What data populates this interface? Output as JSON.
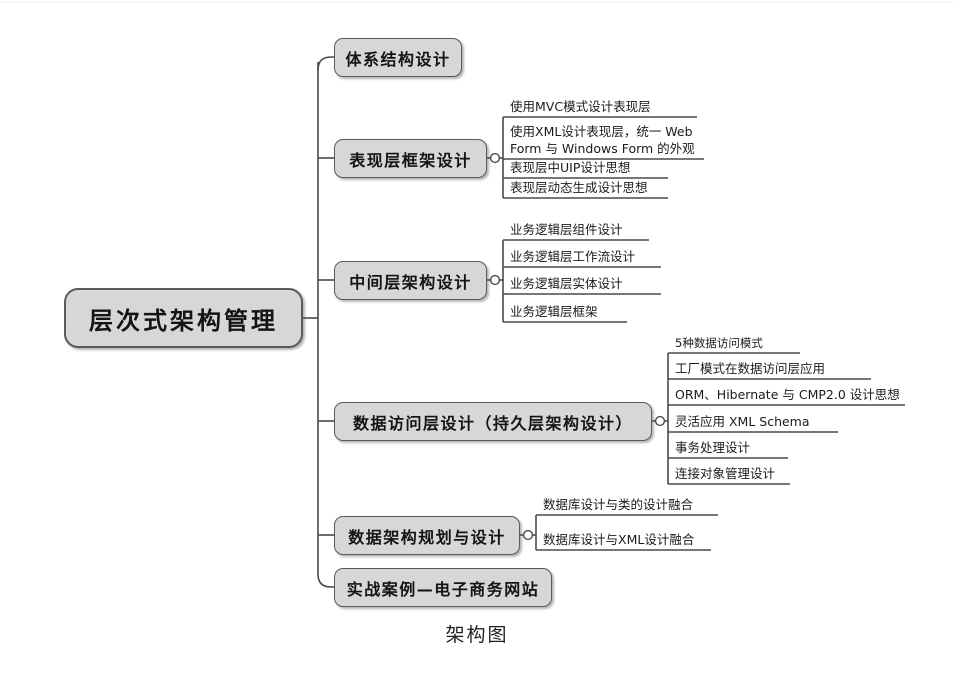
{
  "caption": "架构图",
  "root": {
    "label": "层次式架构管理"
  },
  "branches": [
    {
      "label": "体系结构设计",
      "has_toggle": false,
      "subitems": []
    },
    {
      "label": "表现层框架设计",
      "has_toggle": true,
      "subitems": [
        "使用MVC模式设计表现层",
        "使用XML设计表现层，统一 Web\nForm 与 Windows Form 的外观",
        "表现层中UIP设计思想",
        "表现层动态生成设计思想"
      ]
    },
    {
      "label": "中间层架构设计",
      "has_toggle": true,
      "subitems": [
        "业务逻辑层组件设计",
        "业务逻辑层工作流设计",
        "业务逻辑层实体设计",
        "业务逻辑层框架"
      ]
    },
    {
      "label": "数据访问层设计（持久层架构设计）",
      "has_toggle": true,
      "subitems": [
        "5种数据访问模式",
        "工厂模式在数据访问层应用",
        "ORM、Hibernate 与 CMP2.0 设计思想",
        "灵活应用 XML Schema",
        "事务处理设计",
        "连接对象管理设计"
      ]
    },
    {
      "label": "数据架构规划与设计",
      "has_toggle": true,
      "subitems": [
        "数据库设计与类的设计融合",
        "数据库设计与XML设计融合"
      ]
    },
    {
      "label": "实战案例—电子商务网站",
      "has_toggle": false,
      "subitems": []
    }
  ],
  "colors": {
    "node_fill": "#d7d7d7",
    "node_border": "#5a5a5a",
    "connector": "#4a4a4a",
    "text": "#141414",
    "background": "#ffffff"
  }
}
